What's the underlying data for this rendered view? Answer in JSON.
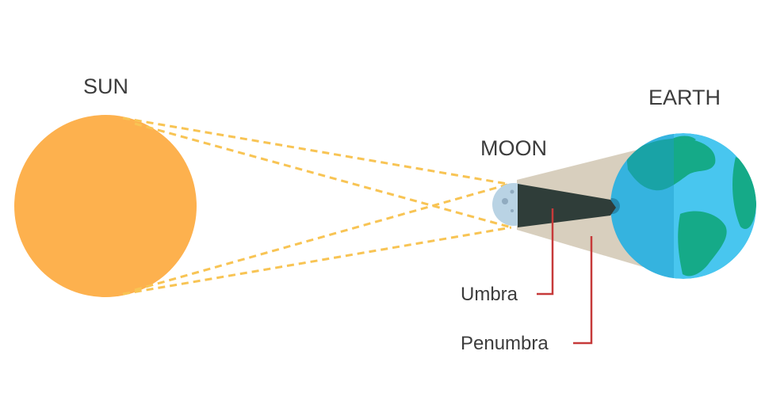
{
  "labels": {
    "sun": "SUN",
    "moon": "MOON",
    "earth": "EARTH",
    "umbra": "Umbra",
    "penumbra": "Penumbra"
  },
  "colors": {
    "sun": "#fdb14e",
    "sun_rays": "#f8c454",
    "moon": "#b9d3e4",
    "moon_shadow_side": "#84a8c2",
    "penumbra": "#d8cfbe",
    "umbra": "#2f3d39",
    "earth_ocean": "#48c6ef",
    "earth_land": "#15aa88",
    "earth_night": "#1f9ccc",
    "leader_line": "#c63a3a"
  }
}
